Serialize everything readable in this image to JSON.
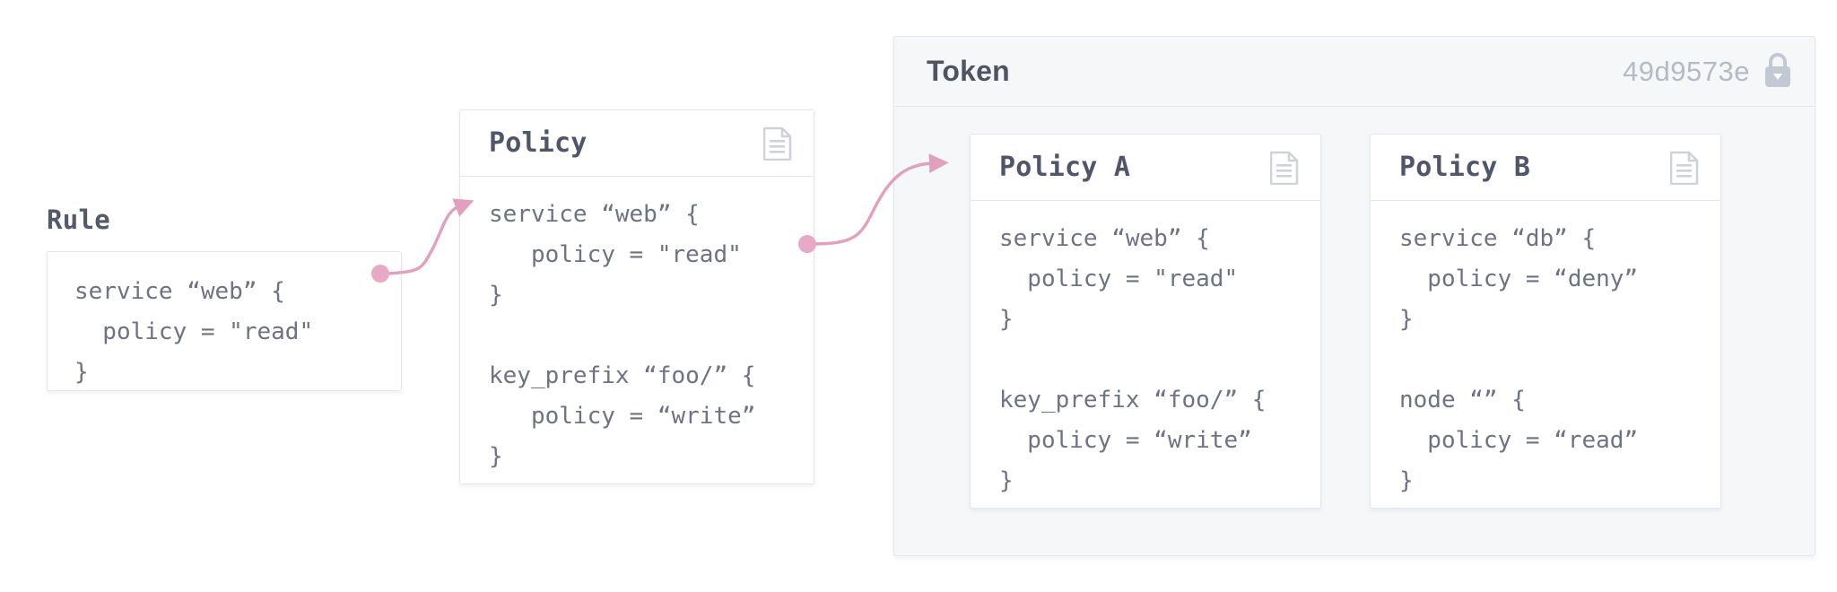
{
  "diagram": {
    "title_rule": "Rule",
    "accent_color": "#e29fbe",
    "card_border_color": "#e3e6ec",
    "panel_bg_color": "#f5f7f9",
    "text_color": "#6d7384",
    "heading_color": "#50566a",
    "muted_color": "#b4bac6"
  },
  "rule": {
    "label": "Rule",
    "code": "service “web” {\n  policy = \"read\"\n}"
  },
  "policy": {
    "title": "Policy",
    "icon": "document-icon",
    "code": "service “web” {\n   policy = \"read\"\n}\n\nkey_prefix “foo/” {\n   policy = “write”\n}"
  },
  "token": {
    "title": "Token",
    "id": "49d9573e",
    "lock_icon": "lock-icon",
    "policies": [
      {
        "title": "Policy A",
        "icon": "document-icon",
        "code": "service “web” {\n  policy = \"read\"\n}\n\nkey_prefix “foo/” {\n  policy = “write”\n}"
      },
      {
        "title": "Policy B",
        "icon": "document-icon",
        "code": "service “db” {\n  policy = “deny”\n}\n\nnode “” {\n  policy = “read”\n}"
      }
    ]
  },
  "connectors": [
    {
      "name": "rule-to-policy",
      "from": "rule-card",
      "to": "policy-card"
    },
    {
      "name": "policy-to-token",
      "from": "policy-card",
      "to": "policy-a"
    }
  ]
}
